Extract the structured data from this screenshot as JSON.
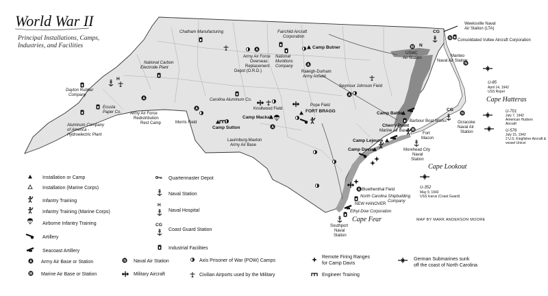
{
  "title": "World War II",
  "subtitle_lines": [
    "Principal Installations, Camps,",
    "Industries, and Facilities"
  ],
  "credit": "MAP BY MARK ANDERSON MOORE",
  "capes": {
    "hatteras": "Cape Hatteras",
    "lookout": "Cape Lookout",
    "fear": "Cape Fear"
  },
  "labels": {
    "weeksville": [
      "Weeksville Naval",
      "Air Station (LTA)"
    ],
    "curtiss": "Consolidated Vultee Aircraft Corporation",
    "usmc": [
      "USMC",
      "Air Station"
    ],
    "manteo": [
      "Manteo",
      "Naval Air Station"
    ],
    "chatham": "Chatham Manufacturing",
    "fairchild": [
      "Fairchild Aircraft",
      "Corporation"
    ],
    "national_munitions": [
      "National",
      "Munitions",
      "Company"
    ],
    "camp_butner": "Camp Butner",
    "orcd": [
      "Army Air Force",
      "Overseas",
      "Replacement",
      "Depot (O.R.D.)"
    ],
    "raleigh": [
      "Raleigh-Durham",
      "Army Airfield"
    ],
    "natcarbon": [
      "National Carbon",
      "Electrode Plant"
    ],
    "seymour": "Seymour Johnson Field",
    "dayton": [
      "Dayton Rubber",
      "Company"
    ],
    "ecusta": [
      "Ecusta",
      "Paper Co."
    ],
    "carolina_alum": "Carolina Aluminum Co.",
    "pope": "Pope Field",
    "fort_bragg": "FORT BRAGG",
    "knollwood": "Knollwood Field",
    "camp_battle": "Camp Battle",
    "barbour": "Barbour Boat Works",
    "cherry_point": [
      "Cherry Point",
      "Marine Air Base"
    ],
    "ocracoke": [
      "Ocracoke",
      "Naval Air",
      "Station"
    ],
    "aaf_rest": [
      "Army Air Force",
      "Redistribution",
      "Rest Camp"
    ],
    "morris": "Morris Field",
    "camp_sutton": "Camp Sutton",
    "camp_mackall": "Camp Mackall",
    "laurinburg": [
      "Laurinburg-Maxton",
      "Army Air Base"
    ],
    "alcoa": [
      "Aluminum Company",
      "of America -",
      "Hydroelectric Plant"
    ],
    "fort_macon": [
      "Fort",
      "Macon"
    ],
    "morehead": [
      "Morehead City",
      "Naval",
      "Station"
    ],
    "camp_lejeune": "Camp Lejeune",
    "camp_davis": "Camp Davis",
    "bluethenthal": "Bluethenthal Field",
    "nc_shipbuilding": [
      "North Carolina Shipbuilding",
      "Company"
    ],
    "new_hanover": "NEW HANOVER",
    "ethyl_dow": "Ethyl-Dow Corporation",
    "southport": [
      "Southport",
      "Naval",
      "Station"
    ]
  },
  "submarines": [
    {
      "name": "U-85",
      "info": [
        "April 14, 1942",
        "USS Roper"
      ]
    },
    {
      "name": "U-701",
      "info": [
        "July 7, 1942",
        "American Hudson",
        "Aircraft"
      ]
    },
    {
      "name": "U-576",
      "info": [
        "July 15, 1942",
        "2 U.S. Kingfisher Aircraft &",
        "vessel Unicoi"
      ]
    },
    {
      "name": "U-352",
      "info": [
        "May 9, 1942",
        "USS Icarus (Coast Guard)"
      ]
    }
  ],
  "legend_left": [
    {
      "icon": "installation-icon",
      "label": "Installation or Camp"
    },
    {
      "icon": "installation-marine-icon",
      "label": "Installation (Marine Corps)"
    },
    {
      "icon": "infantry-icon",
      "label": "Infantry Training"
    },
    {
      "icon": "infantry-marine-icon",
      "label": "Infantry Training (Marine Corps)"
    },
    {
      "icon": "parachute-icon",
      "label": "Airborne Infantry Training"
    },
    {
      "icon": "artillery-icon",
      "label": "Artillery"
    },
    {
      "icon": "seacoast-artillery-icon",
      "label": "Seacoast Artillery"
    }
  ],
  "legend_mid": [
    {
      "icon": "depot-icon",
      "label": "Quartermaster Depot"
    },
    {
      "icon": "anchor-icon",
      "label": "Naval Station"
    },
    {
      "icon": "hospital-anchor-icon",
      "label": "Naval Hospital"
    },
    {
      "icon": "coast-guard-icon",
      "label": "Coast Guard Station"
    },
    {
      "icon": "factory-icon",
      "label": "Industrial Facilities"
    }
  ],
  "legend_bottom": [
    {
      "icon": "army-air-base-icon",
      "label": "Army Air Base or Station"
    },
    {
      "icon": "marine-air-base-icon",
      "label": "Marine Air Base or Station"
    },
    {
      "icon": "naval-air-station-icon",
      "label": "Naval Air Station"
    },
    {
      "icon": "military-aircraft-icon",
      "label": "Military Aircraft"
    },
    {
      "icon": "pow-camp-icon",
      "label": "Axis Prisoner of War (POW) Camps"
    },
    {
      "icon": "civilian-airport-icon",
      "label": "Civilian Airports used by the Military"
    },
    {
      "icon": "firing-range-icon",
      "label": "Remote Firing Ranges\nfor Camp Davis"
    },
    {
      "icon": "engineer-icon",
      "label": "Engineer Training"
    },
    {
      "icon": "submarine-icon",
      "label": "German Submarines sunk\noff the coast of North Carolina"
    }
  ],
  "colors": {
    "land": "#e4e4e4",
    "border": "#333333",
    "water": "#8a8a8a",
    "ink": "#111111"
  }
}
